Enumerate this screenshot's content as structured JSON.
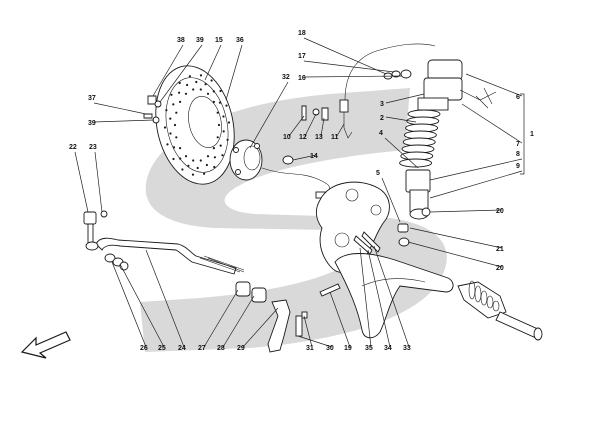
{
  "diagram": {
    "watermark_color": "#d9d9d9",
    "line_color": "#1a1a1a",
    "callouts": [
      {
        "id": "c38",
        "text": "38"
      },
      {
        "id": "c39a",
        "text": "39"
      },
      {
        "id": "c15",
        "text": "15"
      },
      {
        "id": "c36",
        "text": "36"
      },
      {
        "id": "c37",
        "text": "37"
      },
      {
        "id": "c39b",
        "text": "39"
      },
      {
        "id": "c18",
        "text": "18"
      },
      {
        "id": "c17",
        "text": "17"
      },
      {
        "id": "c16",
        "text": "16"
      },
      {
        "id": "c32",
        "text": "32"
      },
      {
        "id": "c6",
        "text": "6"
      },
      {
        "id": "c3",
        "text": "3"
      },
      {
        "id": "c2",
        "text": "2"
      },
      {
        "id": "c7",
        "text": "7"
      },
      {
        "id": "c1",
        "text": "1"
      },
      {
        "id": "c10",
        "text": "10"
      },
      {
        "id": "c12",
        "text": "12"
      },
      {
        "id": "c13",
        "text": "13"
      },
      {
        "id": "c11",
        "text": "11"
      },
      {
        "id": "c4",
        "text": "4"
      },
      {
        "id": "c14",
        "text": "14"
      },
      {
        "id": "c8",
        "text": "8"
      },
      {
        "id": "c9",
        "text": "9"
      },
      {
        "id": "c22",
        "text": "22"
      },
      {
        "id": "c23",
        "text": "23"
      },
      {
        "id": "c5",
        "text": "5"
      },
      {
        "id": "c20a",
        "text": "20"
      },
      {
        "id": "c21",
        "text": "21"
      },
      {
        "id": "c20b",
        "text": "20"
      },
      {
        "id": "c26",
        "text": "26"
      },
      {
        "id": "c25",
        "text": "25"
      },
      {
        "id": "c24",
        "text": "24"
      },
      {
        "id": "c27",
        "text": "27"
      },
      {
        "id": "c28",
        "text": "28"
      },
      {
        "id": "c29",
        "text": "29"
      },
      {
        "id": "c31",
        "text": "31"
      },
      {
        "id": "c30",
        "text": "30"
      },
      {
        "id": "c19",
        "text": "19"
      },
      {
        "id": "c35",
        "text": "35"
      },
      {
        "id": "c34",
        "text": "34"
      },
      {
        "id": "c33",
        "text": "33"
      }
    ]
  }
}
